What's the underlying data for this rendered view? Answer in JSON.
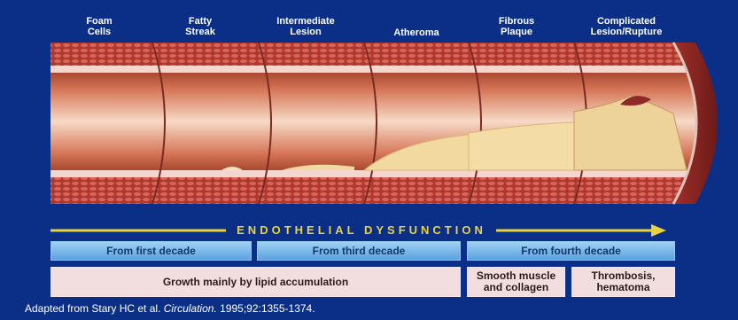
{
  "stages": [
    {
      "label": "Foam\nCells"
    },
    {
      "label": "Fatty\nStreak"
    },
    {
      "label": "Intermediate\nLesion"
    },
    {
      "label": "Atheroma"
    },
    {
      "label": "Fibrous\nPlaque"
    },
    {
      "label": "Complicated\nLesion/Rupture"
    }
  ],
  "progression_axis": {
    "title": "Endothelial Dysfunction",
    "title_display": "ENDOTHELIAL DYSFUNCTION"
  },
  "decades": [
    {
      "text": "From first decade"
    },
    {
      "text": "From third decade"
    },
    {
      "text": "From fourth decade"
    }
  ],
  "processes": [
    {
      "text": "Growth mainly by lipid accumulation"
    },
    {
      "text": "Smooth muscle\nand collagen"
    },
    {
      "text": "Thrombosis,\nhematoma"
    }
  ],
  "source": {
    "prefix": "Adapted from Stary HC et al.",
    "journal": "Circulation.",
    "citation": "1995;92:1355-1374."
  },
  "colors": {
    "background": "#0b2f86",
    "arrow": "#e8d23f",
    "decade_bar": "#6fb2e6",
    "process_bar": "#f2dede"
  }
}
